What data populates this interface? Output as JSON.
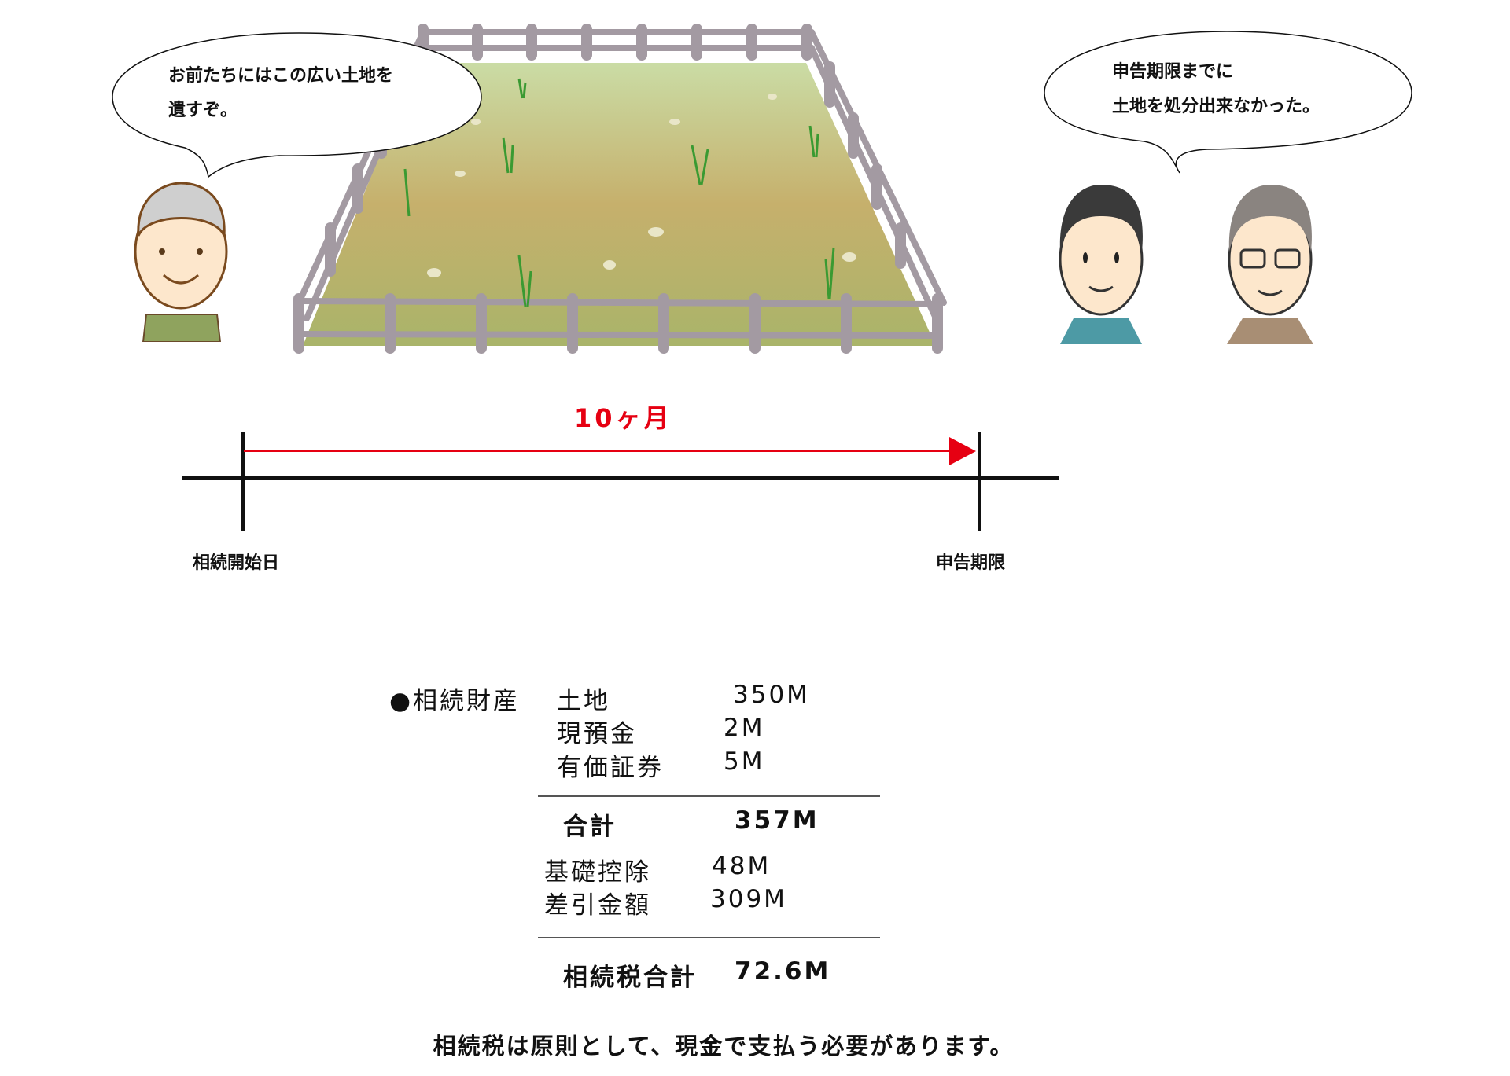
{
  "speech": {
    "parent": [
      "お前たちにはこの広い土地を",
      "遺すぞ。"
    ],
    "heirs": [
      "申告期限までに",
      "土地を処分出来なかった。"
    ]
  },
  "timeline": {
    "duration": "10ヶ月",
    "start_label": "相続開始日",
    "end_label": "申告期限",
    "arrow_color": "#e60012"
  },
  "estate": {
    "heading": "●相続財産",
    "items": [
      {
        "label": "土地",
        "value": "350M"
      },
      {
        "label": "現預金",
        "value": "2M"
      },
      {
        "label": "有価証券",
        "value": "5M"
      }
    ],
    "total": {
      "label": "合計",
      "value": "357M"
    },
    "deduction": {
      "label": "基礎控除",
      "value": "48M"
    },
    "net": {
      "label": "差引金額",
      "value": "309M"
    },
    "tax": {
      "label": "相続税合計",
      "value": "72.6M"
    }
  },
  "footer": "相続税は原則として、現金で支払う必要があります。"
}
